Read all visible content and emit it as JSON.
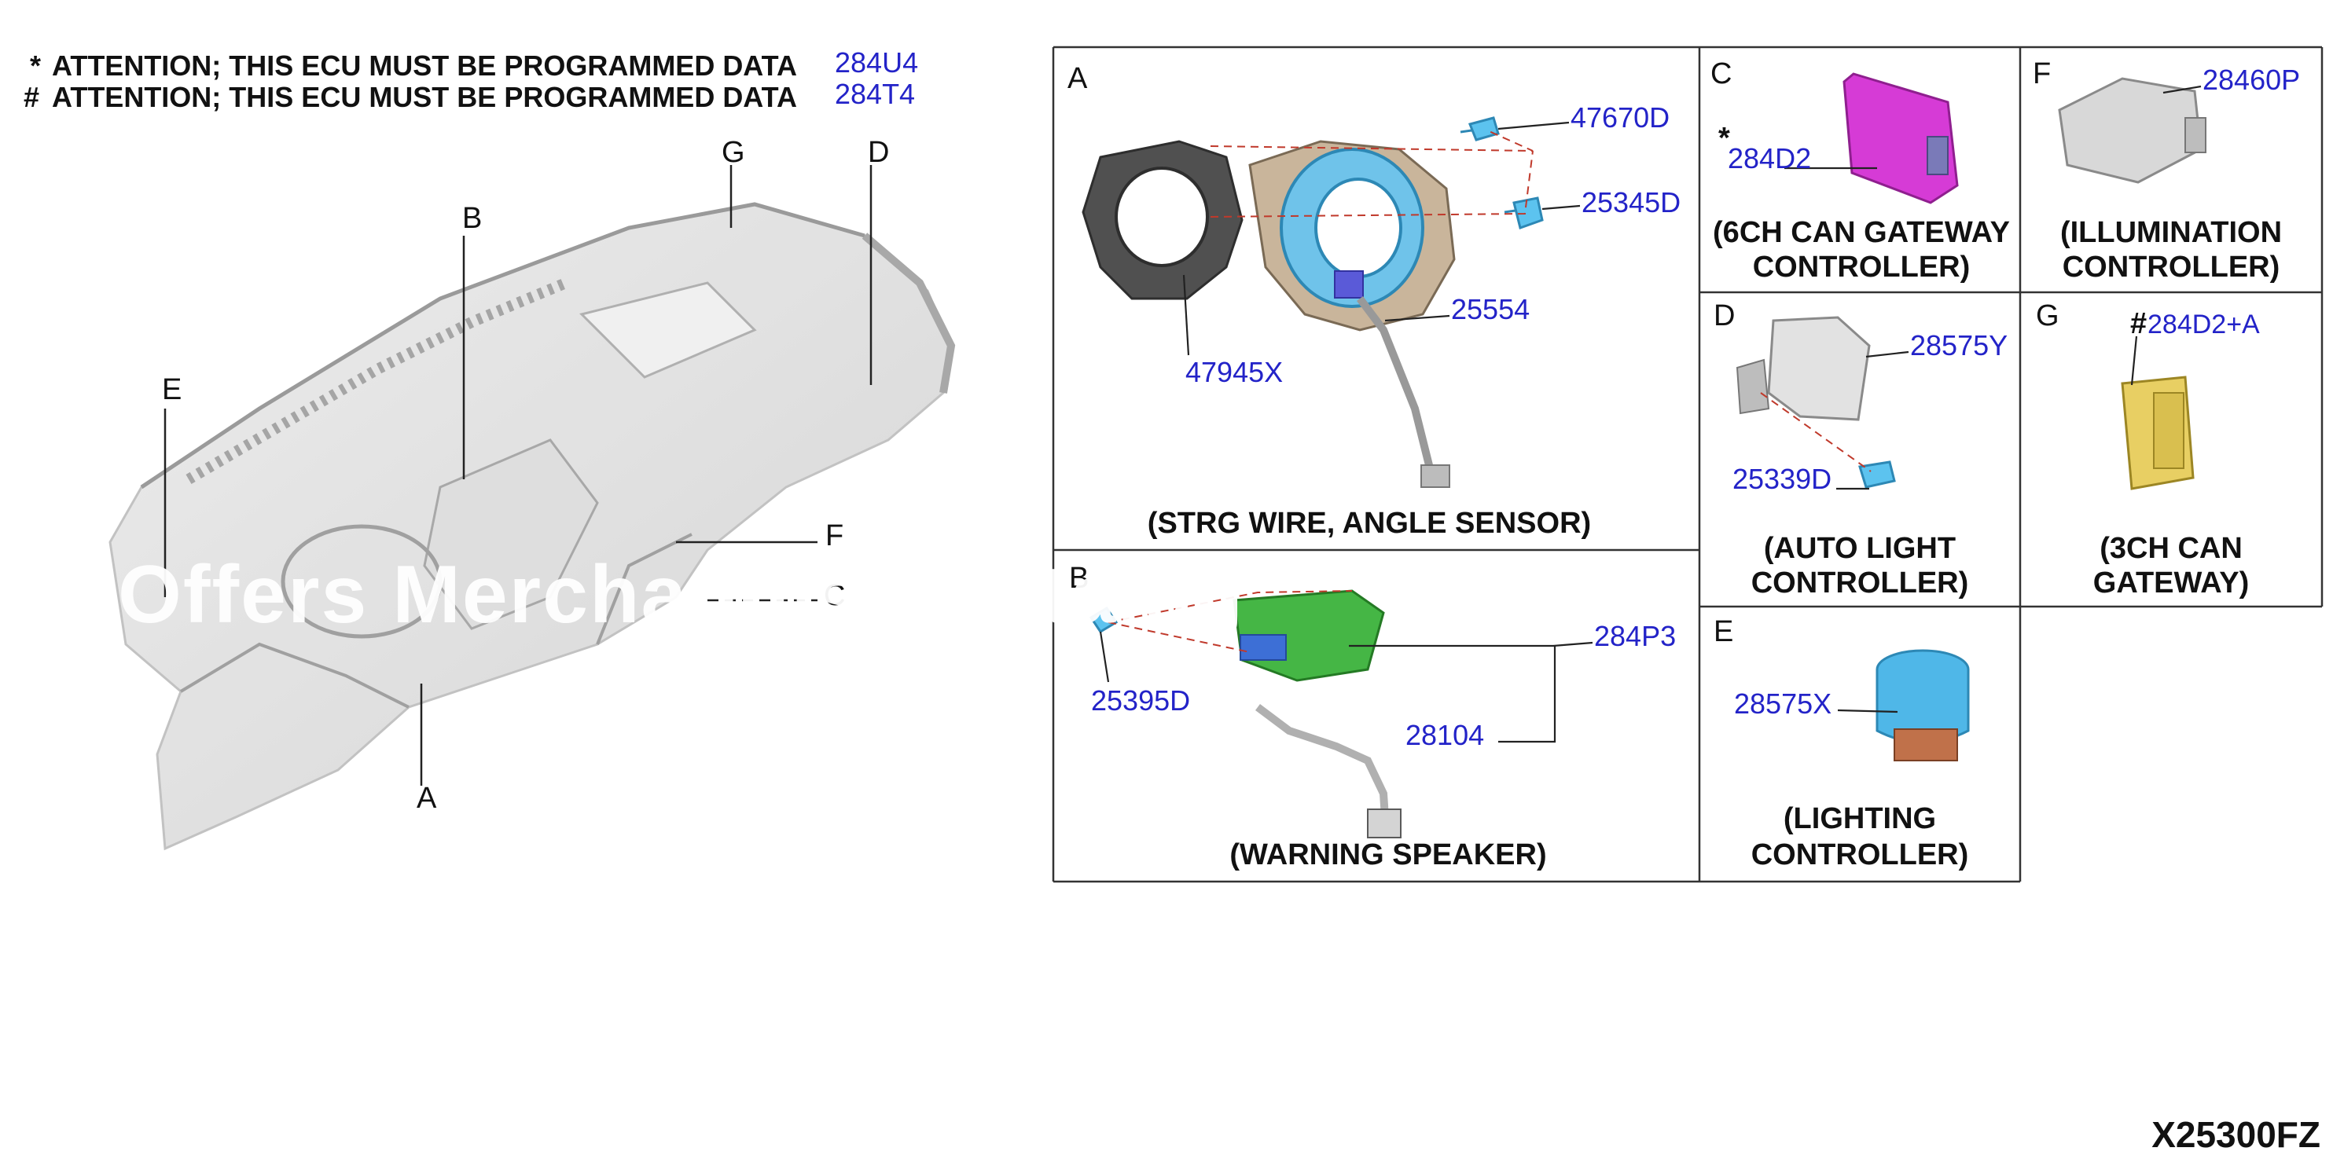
{
  "notes": [
    {
      "symbol": "*",
      "text": "ATTENTION; THIS ECU MUST BE PROGRAMMED DATA",
      "part": "284U4"
    },
    {
      "symbol": "#",
      "text": "ATTENTION; THIS ECU MUST BE PROGRAMMED DATA",
      "part": "284T4"
    }
  ],
  "overview_labels": [
    "G",
    "D",
    "B",
    "E",
    "F",
    "A",
    "C"
  ],
  "watermark": "Offers Merchandise Catalog",
  "panels": {
    "A": {
      "letter": "A",
      "caption": "(STRG WIRE, ANGLE SENSOR)",
      "parts": [
        "47670D",
        "25345D",
        "25554",
        "47945X"
      ]
    },
    "B": {
      "letter": "B",
      "caption": "(WARNING SPEAKER)",
      "parts": [
        "25395D",
        "284P3",
        "28104"
      ]
    },
    "C": {
      "letter": "C",
      "symbol": "*",
      "caption_line1": "(6CH CAN GATEWAY",
      "caption_line2": "CONTROLLER)",
      "parts": [
        "284D2"
      ]
    },
    "D": {
      "letter": "D",
      "caption_line1": "(AUTO LIGHT",
      "caption_line2": "CONTROLLER)",
      "parts": [
        "28575Y",
        "25339D"
      ]
    },
    "E": {
      "letter": "E",
      "caption_line1": "(LIGHTING",
      "caption_line2": "CONTROLLER)",
      "parts": [
        "28575X"
      ]
    },
    "F": {
      "letter": "F",
      "caption_line1": "(ILLUMINATION",
      "caption_line2": "CONTROLLER)",
      "parts": [
        "28460P"
      ]
    },
    "G": {
      "letter": "G",
      "symbol": "#",
      "caption_line1": "(3CH CAN",
      "caption_line2": "GATEWAY)",
      "parts": [
        "284D2+A"
      ]
    }
  },
  "diagram_code": "X25300FZ",
  "colors": {
    "part_number": "#2323c8",
    "leader": "#c0392b",
    "magenta": "#d63bd6",
    "cyan": "#4fb7e8",
    "green": "#3aa63a",
    "yellow": "#e8cf63"
  }
}
